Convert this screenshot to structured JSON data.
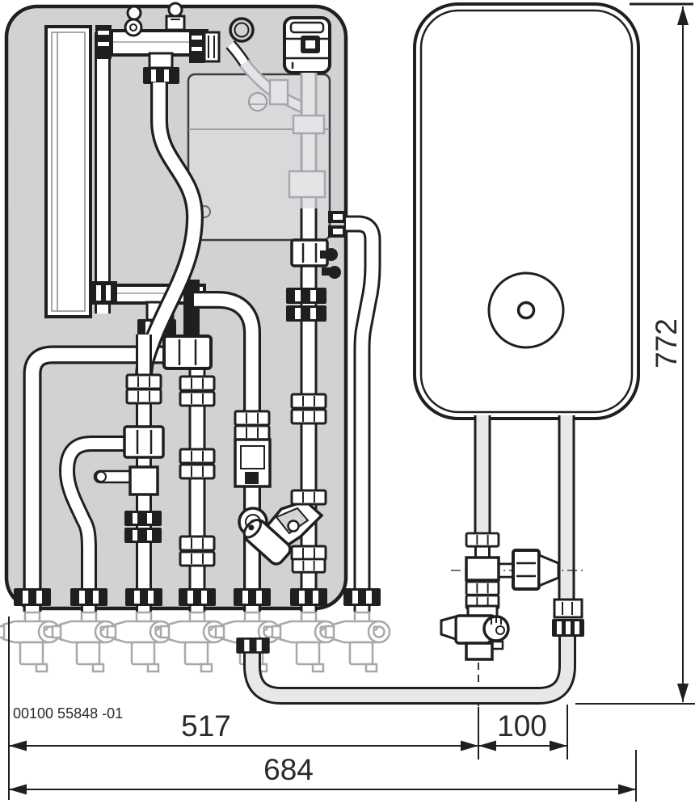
{
  "drawing": {
    "code": "00100 55848 -01",
    "dimensions": {
      "overall_height": "772",
      "module_width": "517",
      "tank_offset": "100",
      "total_width": "684"
    },
    "colors": {
      "line": "#1f1f21",
      "panel_fill": "#d2d2d4",
      "control_box_fill": "#d9d9db",
      "faded_stroke": "#a7a8ab",
      "faded_fill": "#e4e4e6",
      "gray_pipe_fill": "#e8e8ea",
      "background": "#ffffff"
    }
  }
}
